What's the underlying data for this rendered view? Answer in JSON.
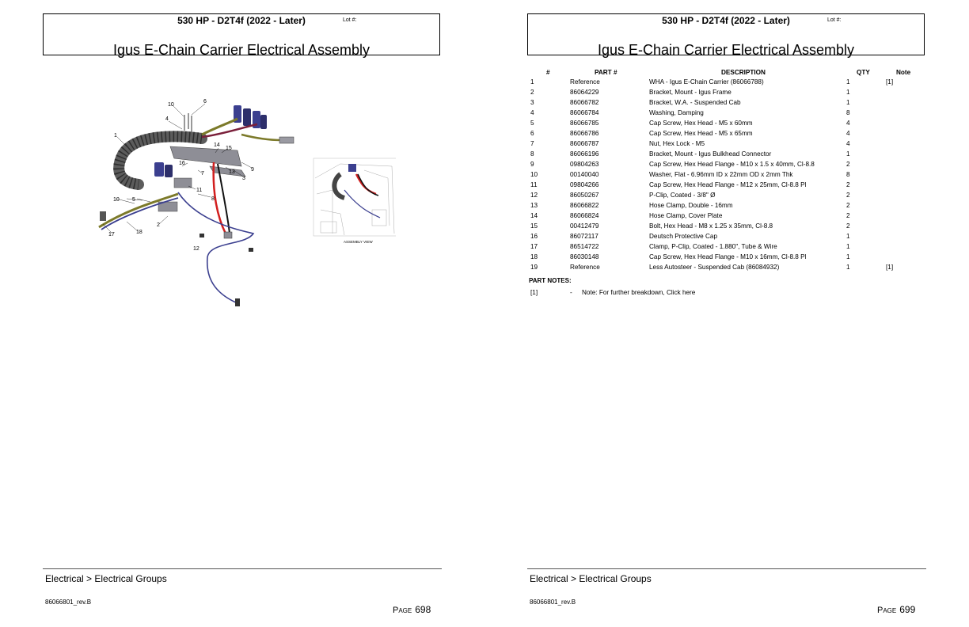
{
  "left_page": {
    "header": {
      "model": "530 HP - D2T4f (2022 - Later)",
      "lot_label": "Lot #:",
      "title": "Igus E-Chain Carrier Electrical Assembly"
    },
    "diagram": {
      "callouts": [
        "1",
        "2",
        "3",
        "4",
        "5",
        "6",
        "7",
        "8",
        "9",
        "10",
        "11",
        "12",
        "13",
        "14",
        "15",
        "16",
        "17",
        "18",
        "10"
      ],
      "assembly_view_label": "ASSEMBLY VIEW",
      "colors": {
        "chain": "#5c5c5c",
        "wire_blue": "#3b3f8f",
        "wire_red": "#d21f1f",
        "wire_olive": "#7c7a2a",
        "bracket": "#8e8e96"
      }
    },
    "footer": {
      "breadcrumb": "Electrical > Electrical Groups",
      "doc_id": "86066801_rev.B",
      "page_word": "Page",
      "page_number": "698"
    }
  },
  "right_page": {
    "header": {
      "model": "530 HP - D2T4f (2022 - Later)",
      "lot_label": "Lot #:",
      "title": "Igus E-Chain Carrier Electrical Assembly"
    },
    "parts_table": {
      "headers": {
        "num": "#",
        "part": "PART #",
        "description": "DESCRIPTION",
        "qty": "QTY",
        "note": "Note"
      },
      "rows": [
        {
          "num": "1",
          "part": "Reference",
          "description": " WHA - Igus E-Chain Carrier (86066788)",
          "qty": "1",
          "note": "[1]"
        },
        {
          "num": "2",
          "part": "86064229",
          "description": "Bracket, Mount - Igus Frame",
          "qty": "1",
          "note": ""
        },
        {
          "num": "3",
          "part": "86066782",
          "description": "Bracket, W.A. - Suspended Cab",
          "qty": "1",
          "note": ""
        },
        {
          "num": "4",
          "part": "86066784",
          "description": "Washing, Damping",
          "qty": "8",
          "note": ""
        },
        {
          "num": "5",
          "part": "86066785",
          "description": "Cap Screw, Hex Head - M5 x 60mm",
          "qty": "4",
          "note": ""
        },
        {
          "num": "6",
          "part": "86066786",
          "description": "Cap Screw, Hex Head - M5 x 65mm",
          "qty": "4",
          "note": ""
        },
        {
          "num": "7",
          "part": "86066787",
          "description": "Nut, Hex Lock - M5",
          "qty": "4",
          "note": ""
        },
        {
          "num": "8",
          "part": "86066196",
          "description": "Bracket, Mount - Igus Bulkhead Connector",
          "qty": "1",
          "note": ""
        },
        {
          "num": "9",
          "part": "09804263",
          "description": "Cap Screw, Hex Head Flange - M10 x 1.5 x 40mm, Cl-8.8",
          "qty": "2",
          "note": ""
        },
        {
          "num": "10",
          "part": "00140040",
          "description": "Washer, Flat - 6.96mm ID x 22mm OD x 2mm Thk",
          "qty": "8",
          "note": ""
        },
        {
          "num": "11",
          "part": "09804266",
          "description": "Cap Screw, Hex Head Flange - M12 x 25mm, Cl-8.8 Pl",
          "qty": "2",
          "note": ""
        },
        {
          "num": "12",
          "part": "86050267",
          "description": "P-Clip, Coated - 3/8\" Ø",
          "qty": "2",
          "note": ""
        },
        {
          "num": "13",
          "part": "86066822",
          "description": "Hose Clamp, Double - 16mm",
          "qty": "2",
          "note": ""
        },
        {
          "num": "14",
          "part": "86066824",
          "description": "Hose Clamp, Cover Plate",
          "qty": "2",
          "note": ""
        },
        {
          "num": "15",
          "part": "00412479",
          "description": "Bolt, Hex Head - M8 x 1.25 x 35mm, Cl-8.8",
          "qty": "2",
          "note": ""
        },
        {
          "num": "16",
          "part": "86072117",
          "description": "Deutsch Protective Cap",
          "qty": "1",
          "note": ""
        },
        {
          "num": "17",
          "part": "86514722",
          "description": "Clamp, P-Clip, Coated - 1.880\", Tube & Wire",
          "qty": "1",
          "note": ""
        },
        {
          "num": "18",
          "part": "86030148",
          "description": "Cap Screw, Hex Head Flange - M10 x 16mm, Cl-8.8 Pl",
          "qty": "1",
          "note": ""
        },
        {
          "num": "19",
          "part": "Reference",
          "description": " Less Autosteer - Suspended Cab (86084932)",
          "qty": "1",
          "note": "[1]"
        }
      ]
    },
    "part_notes": {
      "title": "PART NOTES:",
      "items": [
        {
          "ref": "[1]",
          "dash": "-",
          "text": "Note: For further breakdown, Click here"
        }
      ]
    },
    "footer": {
      "breadcrumb": "Electrical > Electrical Groups",
      "doc_id": "86066801_rev.B",
      "page_word": "Page",
      "page_number": "699"
    }
  }
}
